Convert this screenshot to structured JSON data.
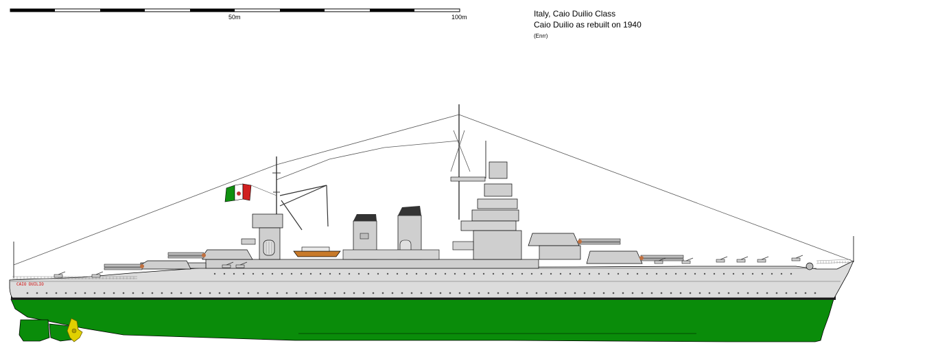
{
  "scale_bar": {
    "mid_label": "50m",
    "end_label": "100m"
  },
  "title": {
    "line1": "Italy, Caio Duilio Class",
    "line2": "Caio Duilio as rebuilt on 1940",
    "credit": "(Enrr)"
  },
  "ship": {
    "hull_name": "CAIO DUILIO",
    "colors": {
      "hull_grey": "#dcdcdc",
      "deck_grey": "#cfcfcf",
      "underwater_green": "#0a8c0a",
      "boot_black": "#202020",
      "propeller_yellow": "#e0d000",
      "flag_green": "#109010",
      "flag_red": "#d02020",
      "boat_brown": "#c87a2a"
    }
  }
}
